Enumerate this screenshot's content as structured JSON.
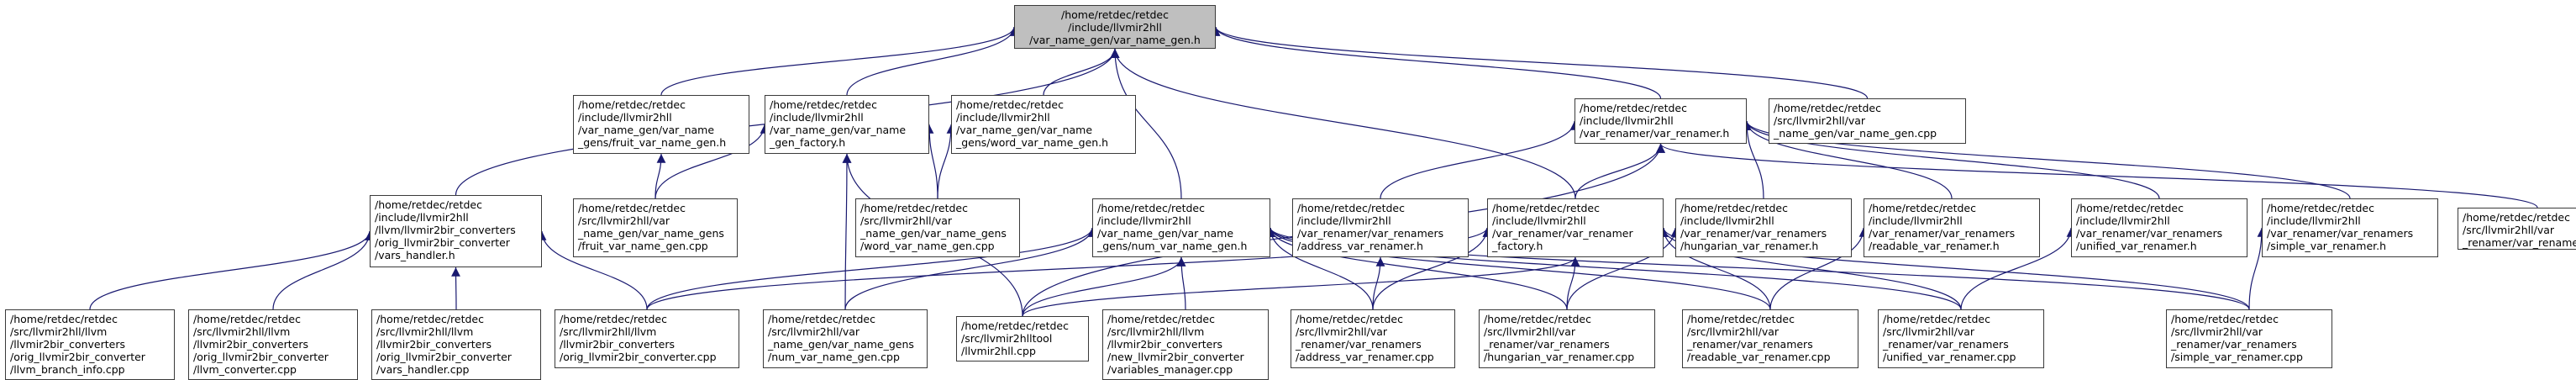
{
  "colors": {
    "edge": "#191970",
    "node_border": "#3a3a3a",
    "root_fill": "#bfbfbf"
  },
  "nodes": {
    "root": {
      "lines": [
        "/home/retdec/retdec",
        "/include/llvmir2hll",
        "/var_name_gen/var_name_gen.h"
      ]
    },
    "vh": {
      "lines": [
        "/home/retdec/retdec",
        "/include/llvmir2hll",
        "/llvm/llvmir2bir_converters",
        "/orig_llvmir2bir_converter",
        "/vars_handler.h"
      ]
    },
    "fruit": {
      "lines": [
        "/home/retdec/retdec",
        "/include/llvmir2hll",
        "/var_name_gen/var_name",
        "_gens/fruit_var_name_gen.h"
      ]
    },
    "factory": {
      "lines": [
        "/home/retdec/retdec",
        "/include/llvmir2hll",
        "/var_name_gen/var_name",
        "_gen_factory.h"
      ]
    },
    "word": {
      "lines": [
        "/home/retdec/retdec",
        "/include/llvmir2hll",
        "/var_name_gen/var_name",
        "_gens/word_var_name_gen.h"
      ]
    },
    "renamer": {
      "lines": [
        "/home/retdec/retdec",
        "/include/llvmir2hll",
        "/var_renamer/var_renamer.h"
      ]
    },
    "vngcpp": {
      "lines": [
        "/home/retdec/retdec",
        "/src/llvmir2hll/var",
        "_name_gen/var_name_gen.cpp"
      ]
    },
    "fruitcpp": {
      "lines": [
        "/home/retdec/retdec",
        "/src/llvmir2hll/var",
        "_name_gen/var_name_gens",
        "/fruit_var_name_gen.cpp"
      ]
    },
    "wordcpp": {
      "lines": [
        "/home/retdec/retdec",
        "/src/llvmir2hll/var",
        "_name_gen/var_name_gens",
        "/word_var_name_gen.cpp"
      ]
    },
    "num": {
      "lines": [
        "/home/retdec/retdec",
        "/include/llvmir2hll",
        "/var_name_gen/var_name",
        "_gens/num_var_name_gen.h"
      ]
    },
    "addr": {
      "lines": [
        "/home/retdec/retdec",
        "/include/llvmir2hll",
        "/var_renamer/var_renamers",
        "/address_var_renamer.h"
      ]
    },
    "rfactory": {
      "lines": [
        "/home/retdec/retdec",
        "/include/llvmir2hll",
        "/var_renamer/var_renamer",
        "_factory.h"
      ]
    },
    "hung": {
      "lines": [
        "/home/retdec/retdec",
        "/include/llvmir2hll",
        "/var_renamer/var_renamers",
        "/hungarian_var_renamer.h"
      ]
    },
    "read": {
      "lines": [
        "/home/retdec/retdec",
        "/include/llvmir2hll",
        "/var_renamer/var_renamers",
        "/readable_var_renamer.h"
      ]
    },
    "unif": {
      "lines": [
        "/home/retdec/retdec",
        "/include/llvmir2hll",
        "/var_renamer/var_renamers",
        "/unified_var_renamer.h"
      ]
    },
    "simp": {
      "lines": [
        "/home/retdec/retdec",
        "/include/llvmir2hll",
        "/var_renamer/var_renamers",
        "/simple_var_renamer.h"
      ]
    },
    "vrcpp": {
      "lines": [
        "/home/retdec/retdec",
        "/src/llvmir2hll/var",
        "_renamer/var_renamer.cpp"
      ]
    },
    "bbi": {
      "lines": [
        "/home/retdec/retdec",
        "/src/llvmir2hll/llvm",
        "/llvmir2bir_converters",
        "/orig_llvmir2bir_converter",
        "/llvm_branch_info.cpp"
      ]
    },
    "conv": {
      "lines": [
        "/home/retdec/retdec",
        "/src/llvmir2hll/llvm",
        "/llvmir2bir_converters",
        "/orig_llvmir2bir_converter",
        "/llvm_converter.cpp"
      ]
    },
    "vhcpp": {
      "lines": [
        "/home/retdec/retdec",
        "/src/llvmir2hll/llvm",
        "/llvmir2bir_converters",
        "/orig_llvmir2bir_converter",
        "/vars_handler.cpp"
      ]
    },
    "origcpp": {
      "lines": [
        "/home/retdec/retdec",
        "/src/llvmir2hll/llvm",
        "/llvmir2bir_converters",
        "/orig_llvmir2bir_converter.cpp"
      ]
    },
    "numcpp": {
      "lines": [
        "/home/retdec/retdec",
        "/src/llvmir2hll/var",
        "_name_gen/var_name_gens",
        "/num_var_name_gen.cpp"
      ]
    },
    "tool": {
      "lines": [
        "/home/retdec/retdec",
        "/src/llvmir2hlltool",
        "/llvmir2hll.cpp"
      ]
    },
    "vm": {
      "lines": [
        "/home/retdec/retdec",
        "/src/llvmir2hll/llvm",
        "/llvmir2bir_converters",
        "/new_llvmir2bir_converter",
        "/variables_manager.cpp"
      ]
    },
    "addrcpp": {
      "lines": [
        "/home/retdec/retdec",
        "/src/llvmir2hll/var",
        "_renamer/var_renamers",
        "/address_var_renamer.cpp"
      ]
    },
    "hungcpp": {
      "lines": [
        "/home/retdec/retdec",
        "/src/llvmir2hll/var",
        "_renamer/var_renamers",
        "/hungarian_var_renamer.cpp"
      ]
    },
    "readcpp": {
      "lines": [
        "/home/retdec/retdec",
        "/src/llvmir2hll/var",
        "_renamer/var_renamers",
        "/readable_var_renamer.cpp"
      ]
    },
    "unifcpp": {
      "lines": [
        "/home/retdec/retdec",
        "/src/llvmir2hll/var",
        "_renamer/var_renamers",
        "/unified_var_renamer.cpp"
      ]
    },
    "simpcpp": {
      "lines": [
        "/home/retdec/retdec",
        "/src/llvmir2hll/var",
        "_renamer/var_renamers",
        "/simple_var_renamer.cpp"
      ]
    }
  },
  "edges": [
    [
      "vh",
      "root"
    ],
    [
      "fruit",
      "root"
    ],
    [
      "factory",
      "root"
    ],
    [
      "word",
      "root"
    ],
    [
      "num",
      "root"
    ],
    [
      "rfactory",
      "root"
    ],
    [
      "renamer",
      "root"
    ],
    [
      "vngcpp",
      "root"
    ],
    [
      "bbi",
      "vh"
    ],
    [
      "conv",
      "vh"
    ],
    [
      "vhcpp",
      "vh"
    ],
    [
      "origcpp",
      "vh"
    ],
    [
      "fruitcpp",
      "fruit"
    ],
    [
      "fruitcpp",
      "factory"
    ],
    [
      "wordcpp",
      "factory"
    ],
    [
      "numcpp",
      "factory"
    ],
    [
      "tool",
      "factory"
    ],
    [
      "wordcpp",
      "word"
    ],
    [
      "origcpp",
      "num"
    ],
    [
      "numcpp",
      "num"
    ],
    [
      "tool",
      "num"
    ],
    [
      "vm",
      "num"
    ],
    [
      "addrcpp",
      "num"
    ],
    [
      "hungcpp",
      "num"
    ],
    [
      "readcpp",
      "num"
    ],
    [
      "unifcpp",
      "num"
    ],
    [
      "simpcpp",
      "num"
    ],
    [
      "tool",
      "renamer"
    ],
    [
      "addr",
      "renamer"
    ],
    [
      "rfactory",
      "renamer"
    ],
    [
      "hung",
      "renamer"
    ],
    [
      "read",
      "renamer"
    ],
    [
      "unif",
      "renamer"
    ],
    [
      "simp",
      "renamer"
    ],
    [
      "vrcpp",
      "renamer"
    ],
    [
      "addrcpp",
      "addr"
    ],
    [
      "origcpp",
      "rfactory"
    ],
    [
      "tool",
      "rfactory"
    ],
    [
      "addrcpp",
      "rfactory"
    ],
    [
      "hungcpp",
      "rfactory"
    ],
    [
      "readcpp",
      "rfactory"
    ],
    [
      "unifcpp",
      "rfactory"
    ],
    [
      "simpcpp",
      "rfactory"
    ],
    [
      "hungcpp",
      "hung"
    ],
    [
      "readcpp",
      "read"
    ],
    [
      "unifcpp",
      "unif"
    ],
    [
      "simpcpp",
      "simp"
    ]
  ]
}
